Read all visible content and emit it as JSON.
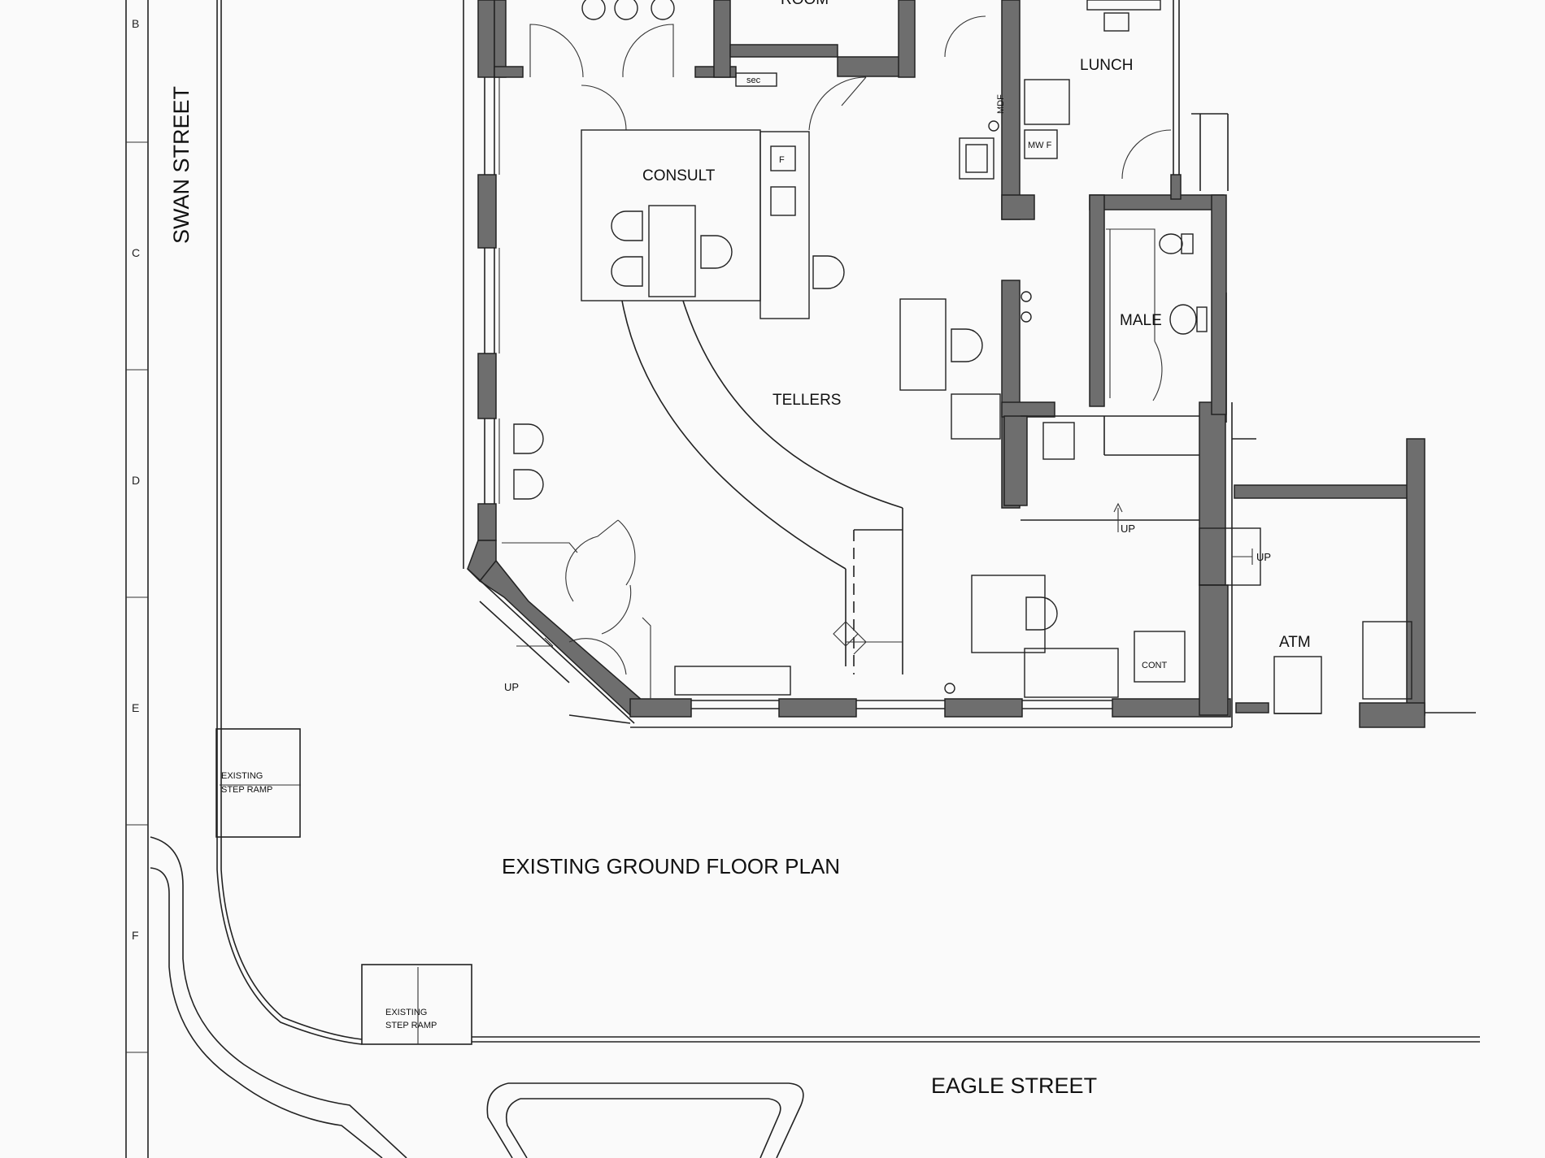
{
  "title": "EXISTING GROUND FLOOR PLAN",
  "streets": {
    "swan": "SWAN STREET",
    "eagle": "EAGLE STREET"
  },
  "grid_labels": [
    "B",
    "C",
    "D",
    "E",
    "F"
  ],
  "rooms": {
    "room": "ROOM",
    "lunch": "LUNCH",
    "consult": "CONSULT",
    "tellers": "TELLERS",
    "male": "MALE",
    "atm": "ATM"
  },
  "fixtures": {
    "sec": "sec",
    "mdf": "MDF",
    "mwf": "MW F",
    "f": "F",
    "cont": "CONT",
    "up1": "UP",
    "up2": "UP",
    "up3": "UP"
  },
  "ramps": {
    "ramp1_line1": "EXISTING",
    "ramp1_line2": "STEP RAMP",
    "ramp2_line1": "EXISTING",
    "ramp2_line2": "STEP RAMP"
  }
}
